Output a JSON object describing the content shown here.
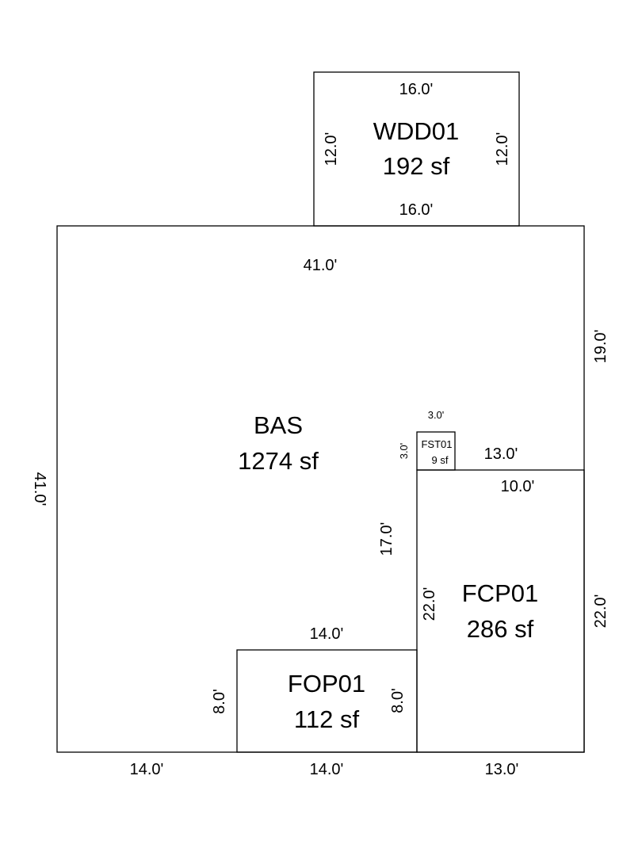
{
  "areas": {
    "wdd": {
      "name": "WDD01",
      "sf": "192 sf",
      "top": "16.0'",
      "bottom": "16.0'",
      "left": "12.0'",
      "right": "12.0'"
    },
    "bas": {
      "name": "BAS",
      "sf": "1274 sf",
      "top": "41.0'",
      "left": "41.0'",
      "right_upper": "19.0'",
      "inner_vertical": "17.0'",
      "inner_horizontal": "14.0'",
      "bottom_left": "14.0'"
    },
    "fst": {
      "name": "FST01",
      "sf": "9 sf",
      "top": "3.0'",
      "left": "3.0'",
      "right_edge": "13.0'"
    },
    "fcp": {
      "name": "FCP01",
      "sf": "286 sf",
      "top": "10.0'",
      "left": "22.0'",
      "right": "22.0'",
      "bottom": "13.0'"
    },
    "fop": {
      "name": "FOP01",
      "sf": "112 sf",
      "left": "8.0'",
      "right": "8.0'",
      "bottom": "14.0'"
    }
  }
}
